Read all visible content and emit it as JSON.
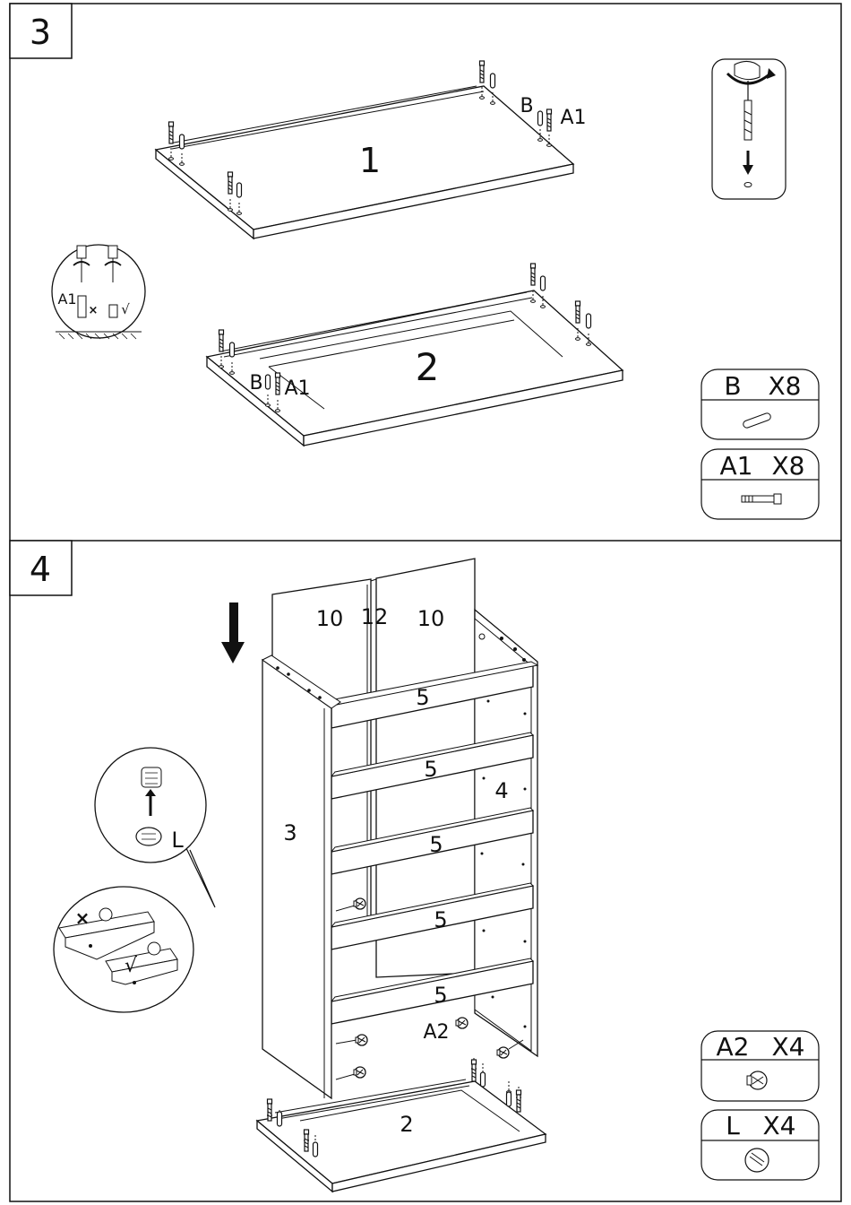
{
  "steps": [
    {
      "number": "3",
      "panel_labels": [
        "1",
        "2"
      ],
      "callout_labels": {
        "dowel": "B",
        "bolt": "A1"
      },
      "detail_labels": {
        "bolt": "A1",
        "wrong": "×",
        "right": "√"
      },
      "parts": [
        {
          "code": "B",
          "qty": "X8",
          "icon": "wooden-dowel-icon"
        },
        {
          "code": "A1",
          "qty": "X8",
          "icon": "cam-bolt-icon"
        }
      ]
    },
    {
      "number": "4",
      "panel_labels": {
        "back_left": "10",
        "back_mid": "12",
        "back_right": "10",
        "side_left": "3",
        "side_right": "4",
        "shelves": [
          "5",
          "5",
          "5",
          "5",
          "5"
        ],
        "bottom": "2",
        "cam_lock": "A2"
      },
      "detail_labels": {
        "cap": "L",
        "wrong": "×",
        "right": "√"
      },
      "parts": [
        {
          "code": "A2",
          "qty": "X4",
          "icon": "cam-lock-icon"
        },
        {
          "code": "L",
          "qty": "X4",
          "icon": "cover-cap-icon"
        }
      ]
    }
  ]
}
